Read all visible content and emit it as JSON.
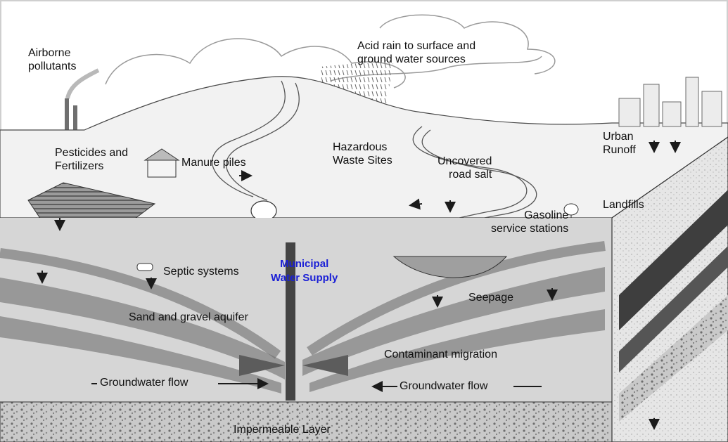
{
  "diagram": {
    "labels": {
      "airborne_pollutants": [
        "Airborne",
        "pollutants"
      ],
      "acid_rain": [
        "Acid rain to surface and",
        "ground water sources"
      ],
      "urban_runoff": [
        "Urban",
        "Runoff"
      ],
      "pesticides": [
        "Pesticides and",
        "Fertilizers"
      ],
      "manure_piles": "Manure piles",
      "hazardous_waste": [
        "Hazardous",
        "Waste Sites"
      ],
      "uncovered_road_salt": [
        "Uncovered",
        "road salt"
      ],
      "landfills": "Landfills",
      "gasoline": [
        "Gasoline",
        "service stations"
      ],
      "municipal_water_supply": [
        "Municipal",
        "Water Supply"
      ],
      "septic_systems": "Septic systems",
      "seepage": "Seepage",
      "sand_gravel_aquifer": "Sand and gravel aquifer",
      "contaminant_migration": "Contaminant migration",
      "groundwater_flow_left": "Groundwater flow",
      "groundwater_flow_right": "Groundwater flow",
      "impermeable_layer": "Impermeable Layer"
    },
    "colors": {
      "ink": "#1b1b1b",
      "aquifer_band": "#8a8a8a",
      "soil": "#d9d9d9",
      "impermeable": "#bdbdbd",
      "highlight_label": "#1a1fd6"
    }
  }
}
